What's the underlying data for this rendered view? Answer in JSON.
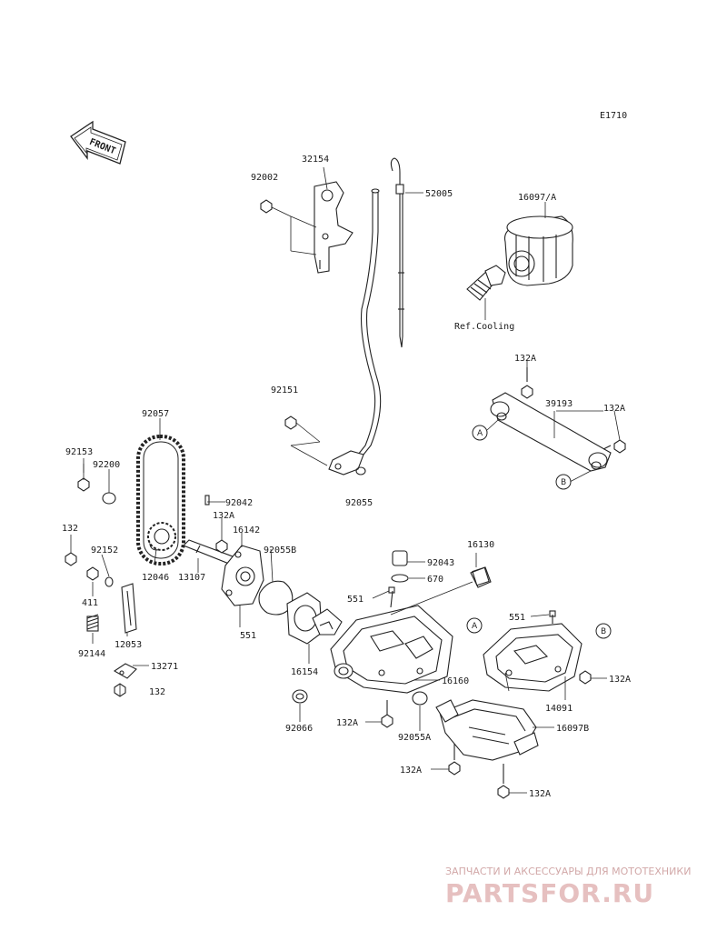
{
  "diagram_code": "E1710",
  "front_label": "FRONT",
  "ref_note": "Ref.Cooling",
  "ref_markers": [
    "A",
    "B"
  ],
  "parts": {
    "p32154": "32154",
    "p92002": "92002",
    "p52005": "52005",
    "p16097A": "16097/A",
    "p132A_top": "132A",
    "p39193": "39193",
    "p132A_right": "132A",
    "p92151": "92151",
    "p92055": "92055",
    "p92057": "92057",
    "p92153": "92153",
    "p92200": "92200",
    "p92042": "92042",
    "p132A_shaft": "132A",
    "p16142": "16142",
    "p92055B": "92055B",
    "p132_left": "132",
    "p92152": "92152",
    "p12046": "12046",
    "p13107": "13107",
    "p411": "411",
    "p551_pump": "551",
    "p12053": "12053",
    "p92144": "92144",
    "p13271": "13271",
    "p132_bottom": "132",
    "p16130": "16130",
    "p92043": "92043",
    "p670": "670",
    "p551_case": "551",
    "p551_b": "551",
    "p16154": "16154",
    "p16160": "16160",
    "p132A_b": "132A",
    "p14091": "14091",
    "p92066": "92066",
    "p132A_bottom": "132A",
    "p92055A": "92055A",
    "p16097B": "16097B",
    "p132A_low1": "132A",
    "p132A_low2": "132A"
  },
  "watermark": {
    "tagline": "ЗАПЧАСТИ И АКСЕССУАРЫ ДЛЯ МОТОТЕХНИКИ",
    "logo": "PARTSFOR.RU"
  }
}
